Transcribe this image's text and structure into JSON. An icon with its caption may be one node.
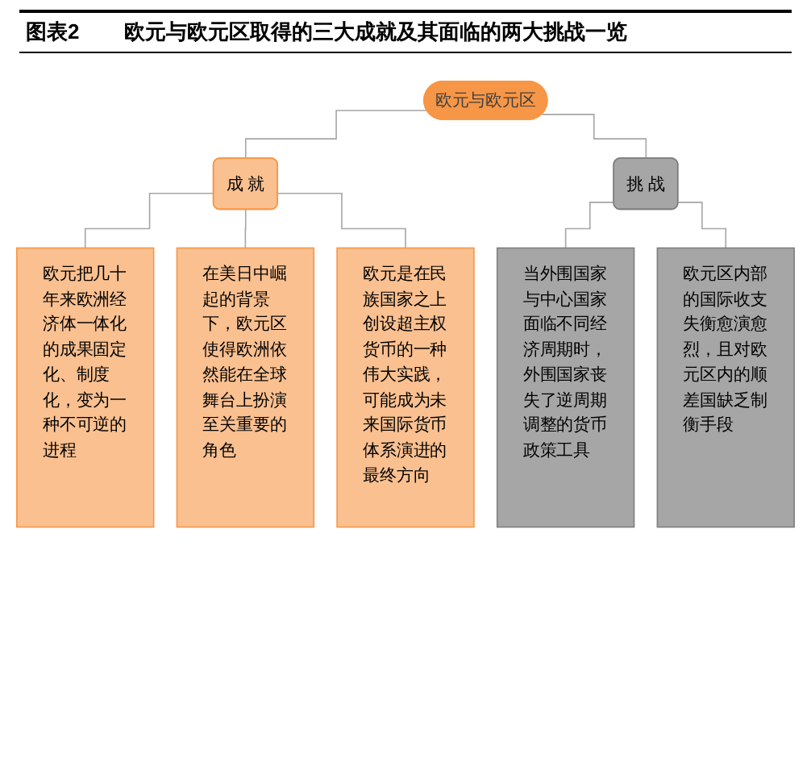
{
  "diagram": {
    "title": "图表2 欧元与欧元区取得的三大成就及其面临的两大挑战一览",
    "nodes": [
      {
        "text": [
          "欧元与欧元区"
        ]
      },
      {
        "text": [
          "成 就"
        ]
      },
      {
        "text": [
          "挑 战"
        ]
      },
      {
        "text": [
          "欧元把几十年来欧洲经济体一体化的成果固定化、制度化，变为一种不可逆的进程"
        ]
      },
      {
        "text": [
          "在美日中崛起的背景下，欧元区使得欧洲依然能在全球舞台上扮演至关重要的角色"
        ]
      },
      {
        "text": [
          "欧元是在民族国家之上创设超主权货币的一种伟大实践，可能成为未来国际货币体系演进的最终方向"
        ]
      },
      {
        "text": [
          "当外围国家与中心国家面临不同经济周期时，外围国家丧失了逆周期调整的货币政策工具"
        ]
      },
      {
        "text": [
          "欧元区内部的国际收支失衡愈演愈烈，且对欧元区内的顺差国缺乏制衡手段"
        ]
      }
    ],
    "edges": [
      {
        "from": 0,
        "to": 1,
        "arrow": "none"
      },
      {
        "from": 0,
        "to": 2,
        "arrow": "none"
      },
      {
        "from": 1,
        "to": 3,
        "arrow": "none"
      },
      {
        "from": 1,
        "to": 4,
        "arrow": "none"
      },
      {
        "from": 1,
        "to": 5,
        "arrow": "none"
      },
      {
        "from": 2,
        "to": 6,
        "arrow": "none"
      },
      {
        "from": 2,
        "to": 7,
        "arrow": "none"
      }
    ]
  }
}
